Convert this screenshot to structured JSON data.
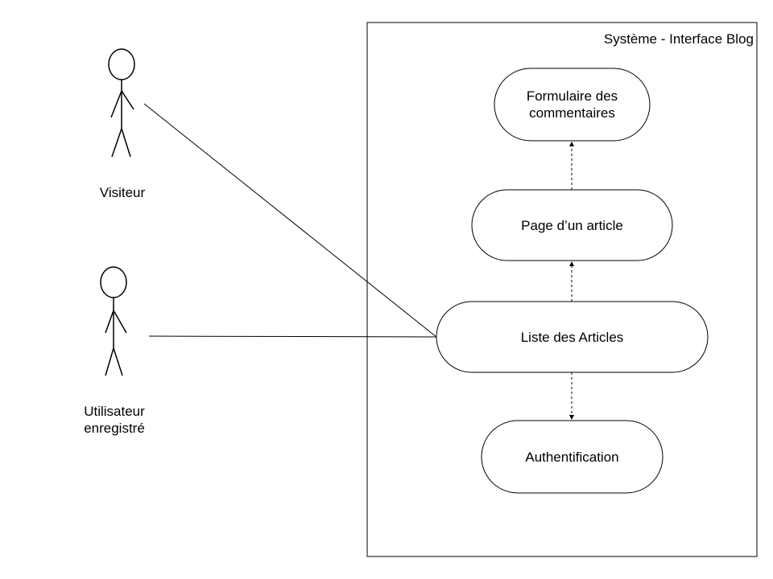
{
  "system": {
    "title": "Système - Interface Blog"
  },
  "actors": [
    {
      "label": "Visiteur"
    },
    {
      "label": "Utilisateur\nenregistré"
    }
  ],
  "use_cases": [
    {
      "label": "Formulaire des\ncommentaires"
    },
    {
      "label": "Page d’un article"
    },
    {
      "label": "Liste des Articles"
    },
    {
      "label": "Authentification"
    }
  ],
  "colors": {
    "stroke": "#000000",
    "background": "#ffffff"
  }
}
